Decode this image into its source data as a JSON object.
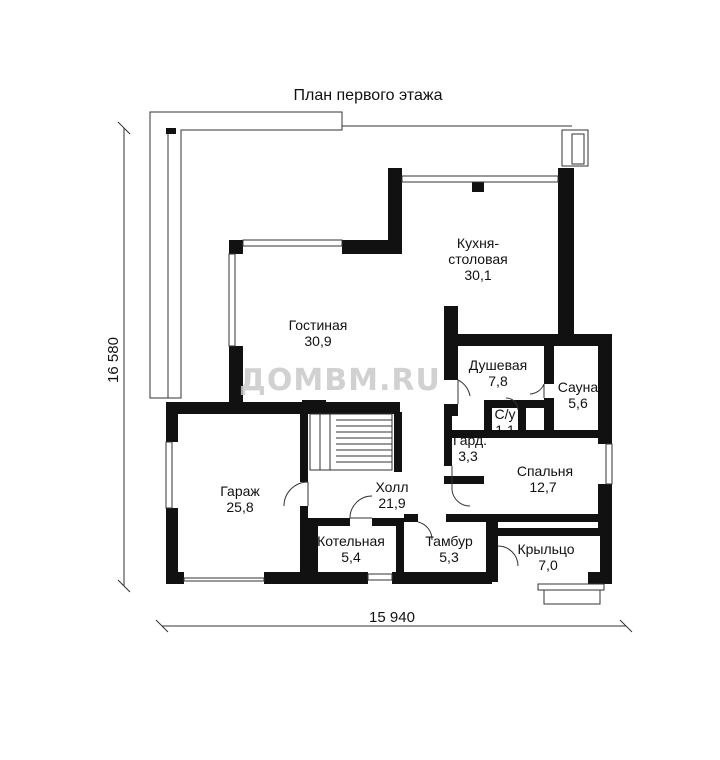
{
  "title": "План первого этажа",
  "watermark": "ДОМВМ.RU",
  "dimensions": {
    "width": "15 940",
    "height": "16 580"
  },
  "rooms": [
    {
      "id": "kitchen",
      "name_lines": [
        "Кухня-",
        "столовая"
      ],
      "area": "30,1"
    },
    {
      "id": "living",
      "name_lines": [
        "Гостиная"
      ],
      "area": "30,9"
    },
    {
      "id": "shower",
      "name_lines": [
        "Душевая"
      ],
      "area": "7,8"
    },
    {
      "id": "sauna",
      "name_lines": [
        "Сауна"
      ],
      "area": "5,6"
    },
    {
      "id": "wc",
      "name_lines": [
        "С/у"
      ],
      "area": "1,1"
    },
    {
      "id": "wardrobe",
      "name_lines": [
        "Гард."
      ],
      "area": "3,3"
    },
    {
      "id": "bedroom",
      "name_lines": [
        "Спальня"
      ],
      "area": "12,7"
    },
    {
      "id": "garage",
      "name_lines": [
        "Гараж"
      ],
      "area": "25,8"
    },
    {
      "id": "hall",
      "name_lines": [
        "Холл"
      ],
      "area": "21,9"
    },
    {
      "id": "boiler",
      "name_lines": [
        "Котельная"
      ],
      "area": "5,4"
    },
    {
      "id": "vestibule",
      "name_lines": [
        "Тамбур"
      ],
      "area": "5,3"
    },
    {
      "id": "porch",
      "name_lines": [
        "Крыльцо"
      ],
      "area": "7,0"
    }
  ]
}
